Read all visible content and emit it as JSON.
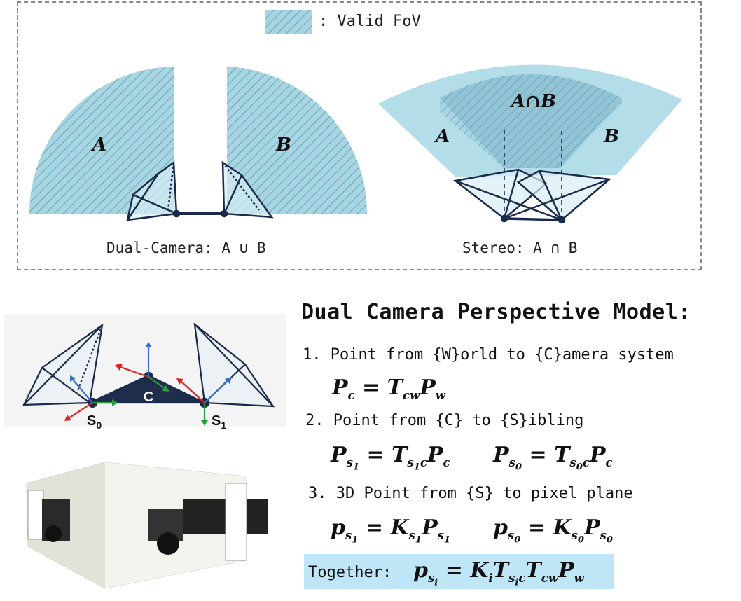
{
  "legend": {
    "label": ": Valid FoV"
  },
  "dual_camera": {
    "label_a": "A",
    "label_b": "B",
    "caption": "Dual-Camera: A ∪ B"
  },
  "stereo": {
    "label_a": "A",
    "label_b": "B",
    "label_intersection": "A∩B",
    "caption": "Stereo: A ∩ B"
  },
  "frames": {
    "center": "C",
    "sensor_0": "S",
    "sensor_0_sub": "0",
    "sensor_1": "S",
    "sensor_1_sub": "1"
  },
  "model": {
    "title": "Dual Camera Perspective Model:",
    "step1": "1. Point from {W}orld to {C}amera system",
    "step2": "2. Point from {C} to {S}ibling",
    "step3": "3. 3D Point from {S} to pixel plane",
    "together": "Together:"
  },
  "colors": {
    "fov_fill": "#a8d5e2",
    "fov_hatch": "#6aa7bd",
    "stereo_light": "#b3dde9",
    "stereo_dark": "#7fbfd3",
    "together_bg": "#bfe6f6",
    "camera_stroke": "#1b2a4a"
  }
}
